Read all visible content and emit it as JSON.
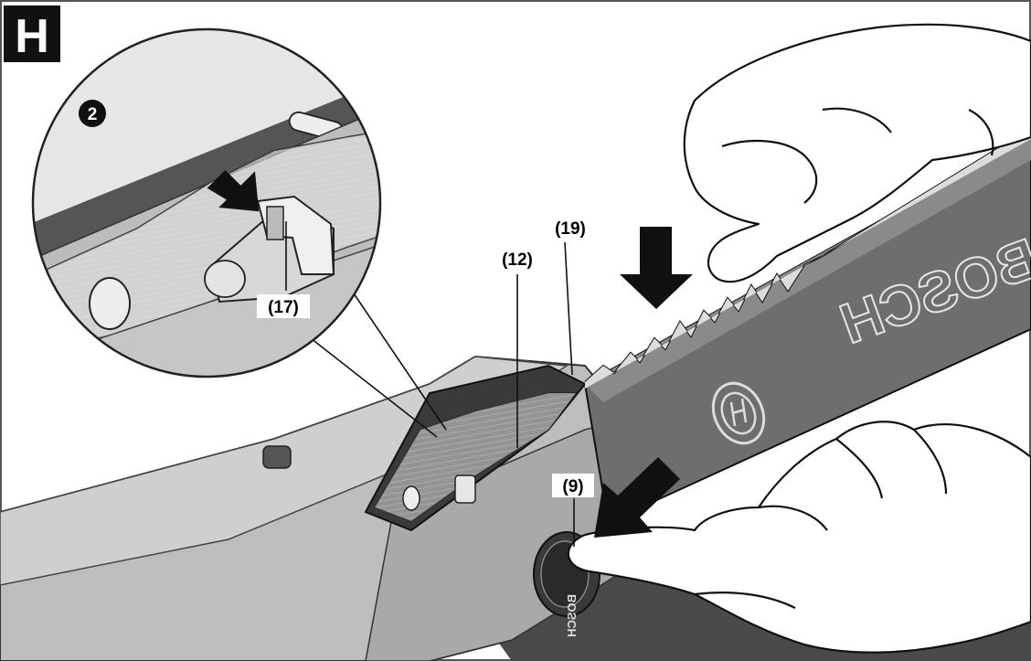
{
  "figure": {
    "letter": "H",
    "step_number": "2",
    "brand_text": "BOSCH"
  },
  "callouts": [
    {
      "id": "c17",
      "text": "(17)"
    },
    {
      "id": "c12",
      "text": "(12)"
    },
    {
      "id": "c19",
      "text": "(19)"
    },
    {
      "id": "c9",
      "text": "(9)"
    }
  ],
  "colors": {
    "frame": "#555555",
    "ink": "#000000",
    "housing": "#bdbdbd",
    "housing_dark": "#8c8c8c",
    "bar": "#6e6e6e",
    "blade": "#d6d6d6",
    "skin": "#ffffff"
  },
  "icons": [
    "down-arrow-icon",
    "diagonal-arrow-icon",
    "bosch-logo-icon",
    "magnifier-circle-icon"
  ]
}
